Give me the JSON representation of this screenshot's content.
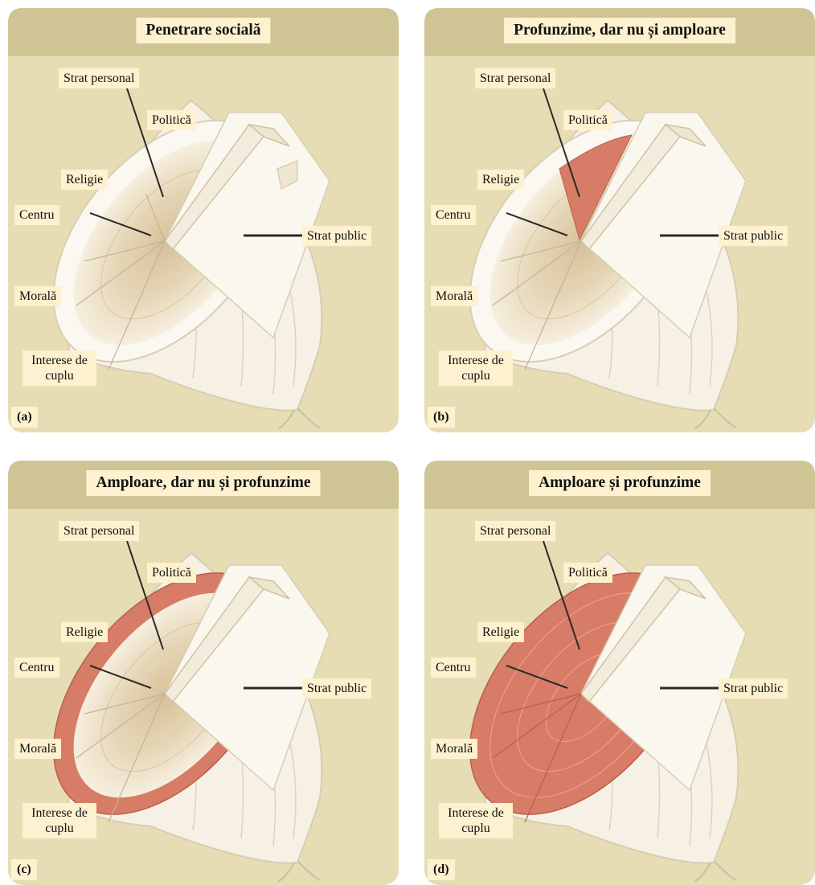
{
  "labels": {
    "strat_personal": "Strat personal",
    "politica": "Politică",
    "religie": "Religie",
    "centru": "Centru",
    "strat_public": "Strat public",
    "morala": "Morală",
    "interese": "Interese de cuplu"
  },
  "panels": [
    {
      "id": "a",
      "title": "Penetrare socială",
      "letter": "(a)"
    },
    {
      "id": "b",
      "title": "Profunzime, dar nu și amploare",
      "letter": "(b)"
    },
    {
      "id": "c",
      "title": "Amploare, dar nu și profunzime",
      "letter": "(c)"
    },
    {
      "id": "d",
      "title": "Amploare și profunzime",
      "letter": "(d)"
    }
  ],
  "colors": {
    "background": "#e6ddb4",
    "header_band": "#cfc594",
    "label_box": "#fdf1cf",
    "highlight": "#d77c66"
  }
}
